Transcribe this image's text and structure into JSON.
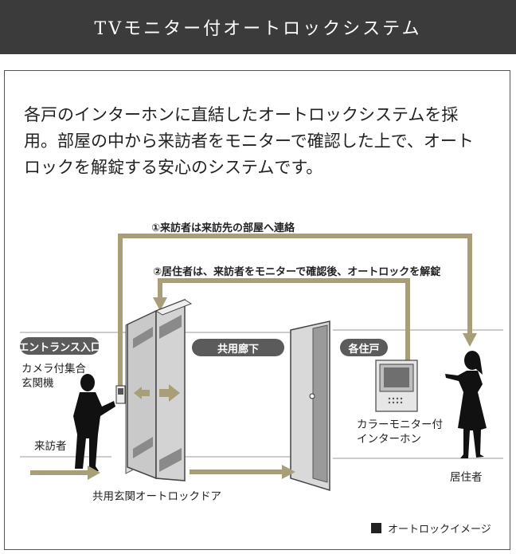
{
  "header": {
    "title": "TVモニター付オートロックシステム"
  },
  "intro": {
    "line1": "各戸のインターホンに直結したオートロックシステムを採",
    "line2": "用。部屋の中から来訪者をモニターで確認した上で、オート",
    "line3": "ロックを解錠する安心のシステムです。"
  },
  "diagram": {
    "step1": "①来訪者は来訪先の部屋へ連絡",
    "step2": "②居住者は、来訪者をモニターで確認後、オートロックを解錠",
    "entrance_tag": "エントランス入口",
    "corridor_tag": "共用廊下",
    "unit_tag": "各住戸",
    "camera_label_1": "カメラ付集合",
    "camera_label_2": "玄関機",
    "visitor_label": "来訪者",
    "door_label": "共用玄関オートロックドア",
    "monitor_label_1": "カラーモニター付",
    "monitor_label_2": "インターホン",
    "resident_label": "居住者"
  },
  "legend": {
    "label": "オートロックイメージ"
  },
  "colors": {
    "header_bg": "#3b3b3b",
    "arrow": "#a89f78",
    "tag_bg": "#5b5b5b"
  }
}
